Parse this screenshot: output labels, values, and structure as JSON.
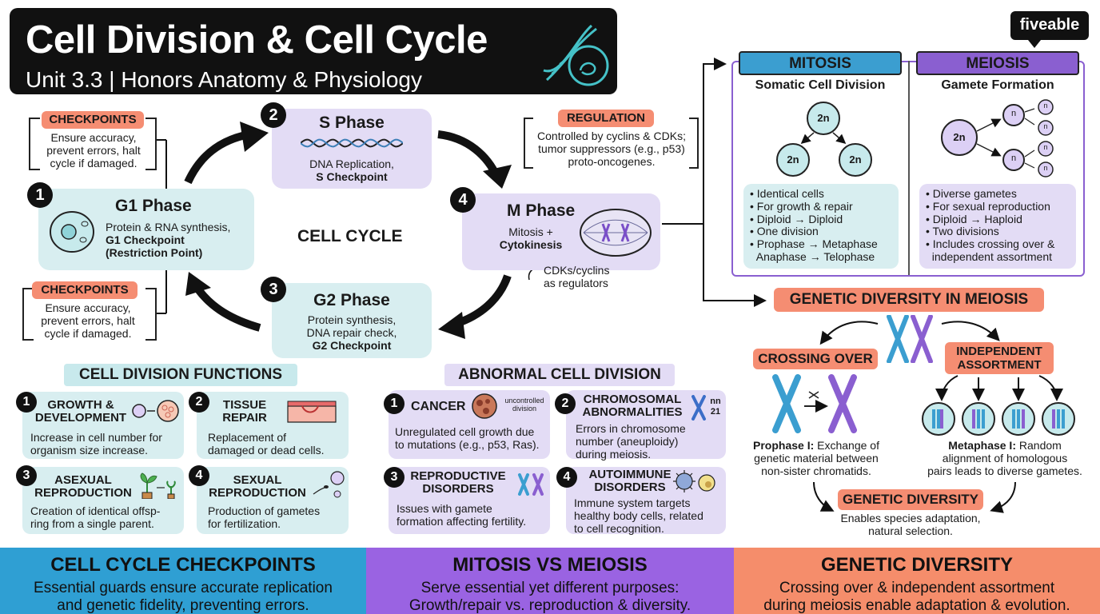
{
  "header": {
    "title": "Cell Division & Cell Cycle",
    "subtitle": "Unit 3.3 | Honors Anatomy & Physiology",
    "logo": "fiveable"
  },
  "cycle": {
    "center_label": "CELL CYCLE",
    "checkpoints_top": {
      "tag": "CHECKPOINTS",
      "lines": [
        "Ensure accuracy,",
        "prevent errors, halt",
        "cycle if damaged."
      ]
    },
    "checkpoints_bottom": {
      "tag": "CHECKPOINTS",
      "lines": [
        "Ensure accuracy,",
        "prevent errors, halt",
        "cycle if damaged."
      ]
    },
    "regulation": {
      "tag": "REGULATION",
      "lines": [
        "Controlled by cyclins & CDKs;",
        "tumor suppressors (e.g., p53)",
        "proto-oncogenes."
      ]
    },
    "g1": {
      "num": "1",
      "title": "G1 Phase",
      "lines": [
        "Protein & RNA synthesis,"
      ],
      "bold_lines": [
        "G1 Checkpoint",
        "(Restriction Point)"
      ]
    },
    "s": {
      "num": "2",
      "title": "S Phase",
      "lines": [
        "DNA Replication,"
      ],
      "bold_lines": [
        "S Checkpoint"
      ]
    },
    "m": {
      "num": "4",
      "title": "M Phase",
      "line1": "Mitosis +",
      "line2": "Cytokinesis",
      "note_lines": [
        "CDKs/cyclins",
        "as regulators"
      ]
    },
    "g2": {
      "num": "3",
      "title": "G2 Phase",
      "lines": [
        "Protein synthesis,",
        "DNA repair check,"
      ],
      "bold_lines": [
        "G2 Checkpoint"
      ]
    }
  },
  "compare": {
    "mitosis": {
      "tag": "MITOSIS",
      "subtitle": "Somatic Cell Division",
      "cell_label": "2n",
      "items": [
        "Identical cells",
        "For growth & repair",
        "Diploid → Diploid",
        "One division",
        "Prophase → Metaphase",
        "Anaphase → Telophase"
      ]
    },
    "meiosis": {
      "tag": "MEIOSIS",
      "subtitle": "Gamete Formation",
      "cell_label": "2n",
      "gamete_label": "n",
      "items": [
        "Diverse gametes",
        "For sexual reproduction",
        "Diploid → Haploid",
        "Two divisions",
        "Includes crossing over &",
        "independent assortment"
      ]
    }
  },
  "diversity": {
    "tag": "GENETIC DIVERSITY IN MEIOSIS",
    "crossing": {
      "tag": "CROSSING OVER",
      "bold": "Prophase I:",
      "lines": [
        "Exchange of",
        "genetic material between",
        "non-sister chromatids."
      ]
    },
    "assortment": {
      "tag_lines": [
        "INDEPENDENT",
        "ASSORTMENT"
      ],
      "bold": "Metaphase I:",
      "lines": [
        "Random",
        "alignment of homologous",
        "pairs leads to diverse gametes."
      ]
    },
    "result": {
      "tag": "GENETIC DIVERSITY",
      "lines": [
        "Enables species adaptation,",
        "natural selection."
      ]
    }
  },
  "functions": {
    "heading": "CELL DIVISION FUNCTIONS",
    "items": [
      {
        "num": "1",
        "title_lines": [
          "GROWTH &",
          "DEVELOPMENT"
        ],
        "desc_lines": [
          "Increase in cell number for",
          "organism size increase."
        ]
      },
      {
        "num": "2",
        "title_lines": [
          "TISSUE",
          "REPAIR"
        ],
        "desc_lines": [
          "Replacement of",
          "damaged or dead cells."
        ]
      },
      {
        "num": "3",
        "title_lines": [
          "ASEXUAL",
          "REPRODUCTION"
        ],
        "desc_lines": [
          "Creation of identical offsp-",
          "ring from a single parent."
        ]
      },
      {
        "num": "4",
        "title_lines": [
          "SEXUAL",
          "REPRODUCTION"
        ],
        "desc_lines": [
          "Production of gametes",
          "for fertilization."
        ]
      }
    ]
  },
  "abnormal": {
    "heading": "ABNORMAL CELL DIVISION",
    "items": [
      {
        "num": "1",
        "title_lines": [
          "CANCER"
        ],
        "icon_text": [
          "uncontrolled",
          "division"
        ],
        "desc_lines": [
          "Unregulated cell growth due",
          "to mutations (e.g., p53, Ras)."
        ]
      },
      {
        "num": "2",
        "title_lines": [
          "CHROMOSOMAL",
          "ABNORMALITIES"
        ],
        "icon_text": [
          "nn",
          "21"
        ],
        "desc_lines": [
          "Errors in chromosome",
          "number (aneuploidy)",
          "during meiosis."
        ]
      },
      {
        "num": "3",
        "title_lines": [
          "REPRODUCTIVE",
          "DISORDERS"
        ],
        "desc_lines": [
          "Issues with gamete",
          "formation affecting fertility."
        ]
      },
      {
        "num": "4",
        "title_lines": [
          "AUTOIMMUNE",
          "DISORDERS"
        ],
        "desc_lines": [
          "Immune system targets",
          "healthy body cells, related",
          "to cell recognition."
        ]
      }
    ]
  },
  "footer": [
    {
      "title": "CELL CYCLE CHECKPOINTS",
      "lines": [
        "Essential guards ensure accurate replication",
        "and genetic fidelity, preventing errors."
      ],
      "color": "#2f9fd3"
    },
    {
      "title": "MITOSIS VS MEIOSIS",
      "lines": [
        "Serve essential yet different purposes:",
        "Growth/repair vs. reproduction & diversity."
      ],
      "color": "#9a63e2"
    },
    {
      "title": "GENETIC DIVERSITY",
      "lines": [
        "Crossing over & independent assortment",
        "during meiosis enable adaptation & evolution."
      ],
      "color": "#f58d6b"
    }
  ],
  "colors": {
    "teal": "#d8eef0",
    "purple": "#e3dcf5",
    "coral": "#f58d72",
    "mitosis_blue": "#3b9ed0",
    "meiosis_purple": "#8a5fd0"
  }
}
